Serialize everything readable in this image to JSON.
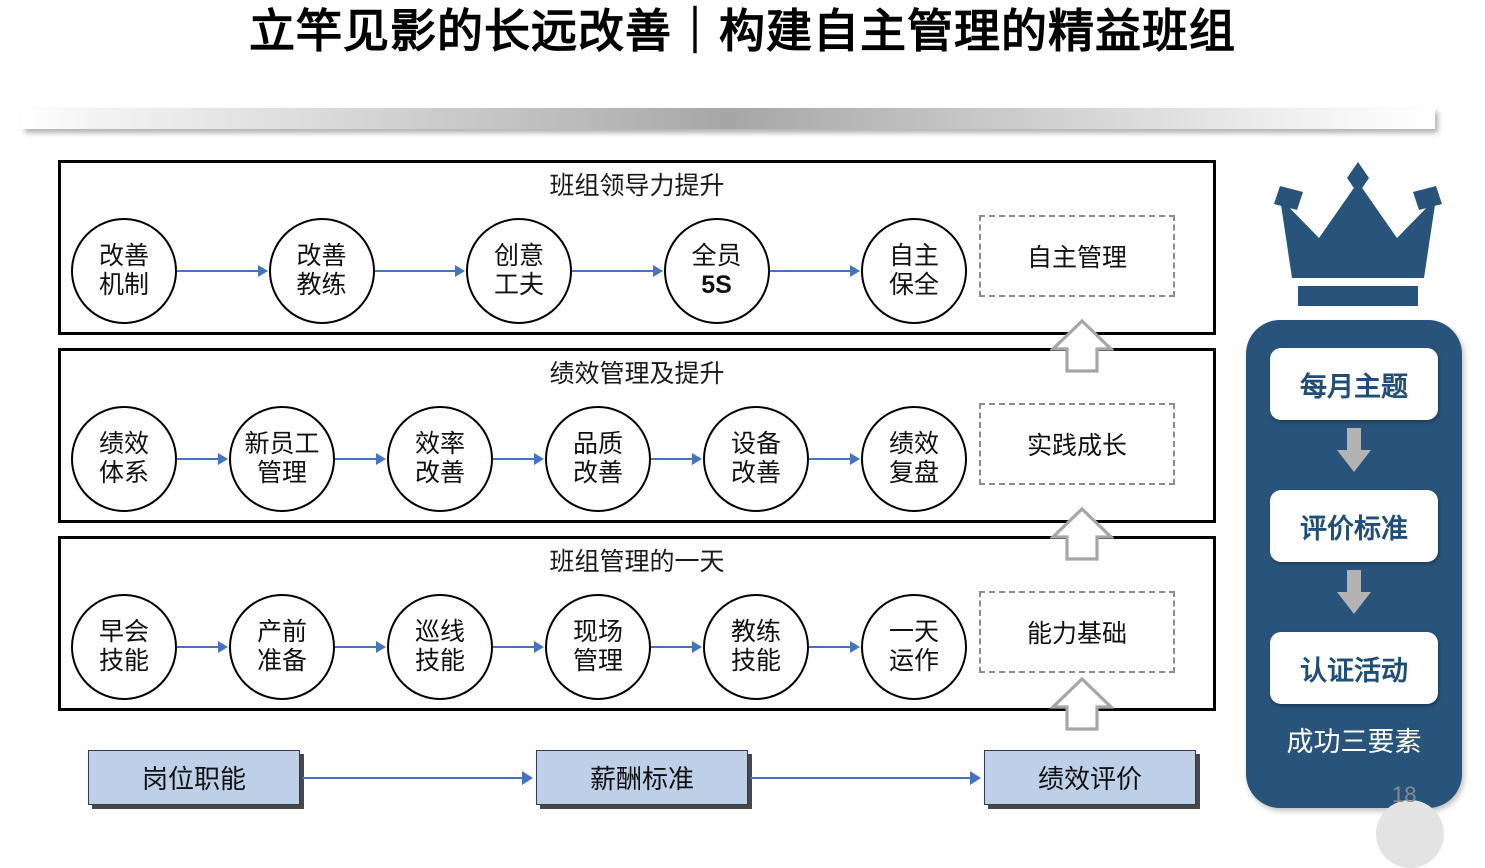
{
  "title": "立竿见影的长远改善｜构建自主管理的精益班组",
  "colors": {
    "arrow_blue": "#4573C4",
    "panel_blue": "#28537A",
    "card_text_blue": "#1F4E79",
    "bottom_box_fill": "#BDD0E7",
    "dashed_border": "#8D8D8D",
    "up_arrow_gray": "#A6A6A6"
  },
  "rows": [
    {
      "title": "班组领导力提升",
      "nodes": [
        {
          "line1": "改善",
          "line2": "机制",
          "bold2": false
        },
        {
          "line1": "改善",
          "line2": "教练",
          "bold2": false
        },
        {
          "line1": "创意",
          "line2": "工夫",
          "bold2": false
        },
        {
          "line1": "全员",
          "line2": "5S",
          "bold2": true
        },
        {
          "line1": "自主",
          "line2": "保全",
          "bold2": false
        }
      ],
      "result": "自主管理"
    },
    {
      "title": "绩效管理及提升",
      "nodes": [
        {
          "line1": "绩效",
          "line2": "体系",
          "bold2": false
        },
        {
          "line1": "新员工",
          "line2": "管理",
          "bold2": false
        },
        {
          "line1": "效率",
          "line2": "改善",
          "bold2": false
        },
        {
          "line1": "品质",
          "line2": "改善",
          "bold2": false
        },
        {
          "line1": "设备",
          "line2": "改善",
          "bold2": false
        },
        {
          "line1": "绩效",
          "line2": "复盘",
          "bold2": false
        }
      ],
      "result": "实践成长"
    },
    {
      "title": "班组管理的一天",
      "nodes": [
        {
          "line1": "早会",
          "line2": "技能",
          "bold2": false
        },
        {
          "line1": "产前",
          "line2": "准备",
          "bold2": false
        },
        {
          "line1": "巡线",
          "line2": "技能",
          "bold2": false
        },
        {
          "line1": "现场",
          "line2": "管理",
          "bold2": false
        },
        {
          "line1": "教练",
          "line2": "技能",
          "bold2": false
        },
        {
          "line1": "一天",
          "line2": "运作",
          "bold2": false
        }
      ],
      "result": "能力基础"
    }
  ],
  "bottom_flow": [
    "岗位职能",
    "薪酬标准",
    "绩效评价"
  ],
  "right_panel": {
    "icon": "crown-icon",
    "cards": [
      "每月主题",
      "评价标准",
      "认证活动"
    ],
    "footer": "成功三要素"
  },
  "page_number": "18"
}
